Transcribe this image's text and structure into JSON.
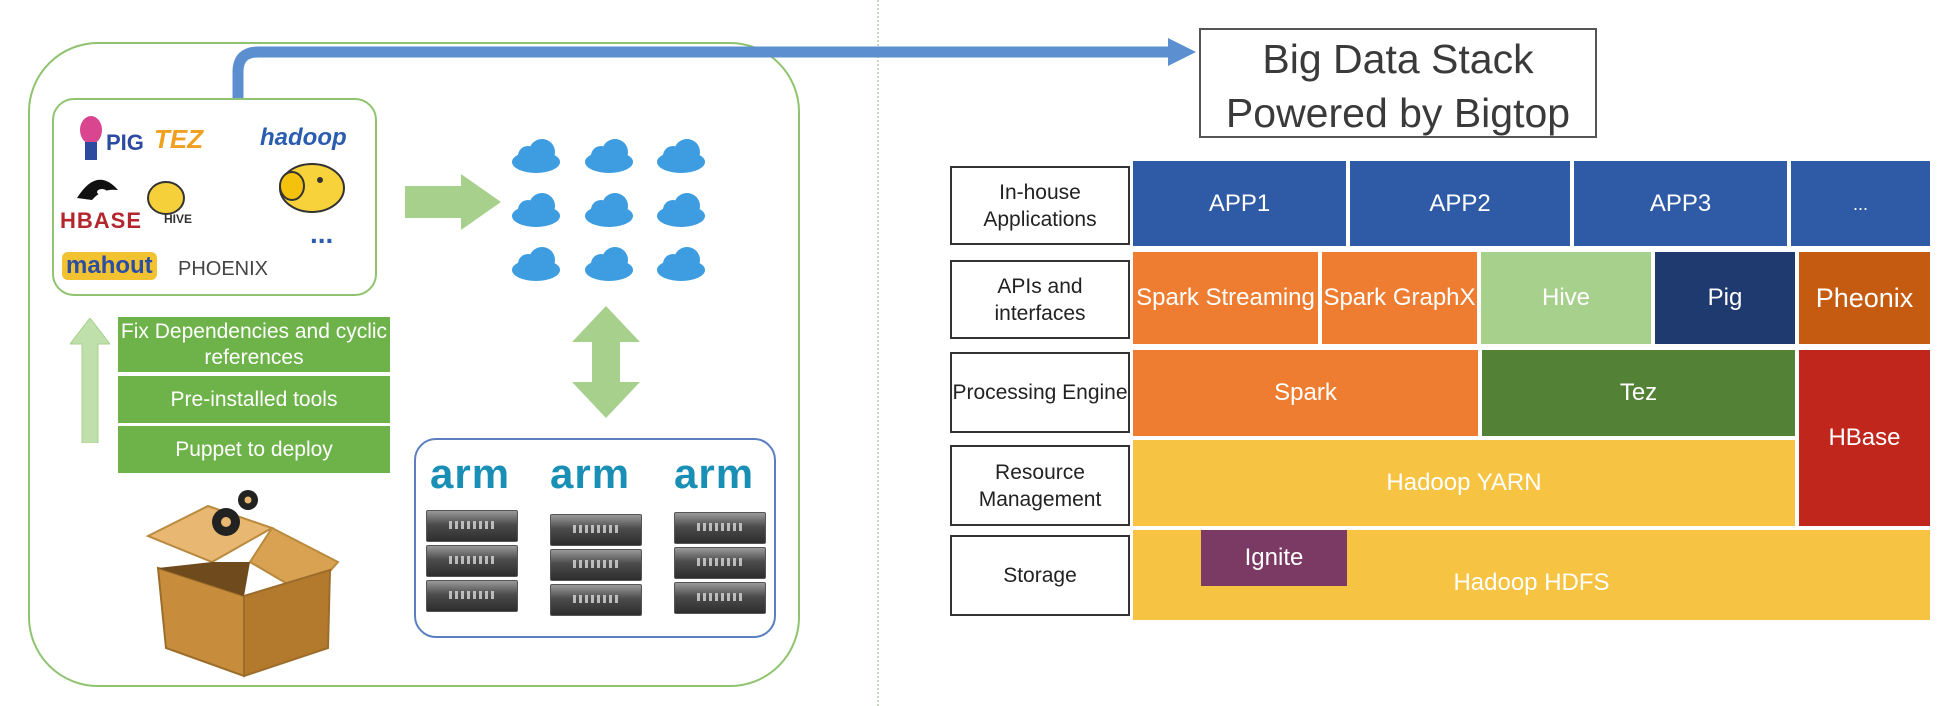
{
  "colors": {
    "green": "#6db34a",
    "dark_blue": "#2e5aa6",
    "orange": "#ee7d31",
    "light_green": "#a8d08d",
    "navy": "#1f3a6e",
    "burnt_orange": "#c55a11",
    "olive_green": "#538135",
    "yellow": "#f6c342",
    "red": "#c0261c",
    "purple": "#7b3a63"
  },
  "icons": [
    "arrow-icon",
    "cloud-icon",
    "box-icon",
    "gear-icon",
    "server-icon"
  ],
  "logos": {
    "pig": "PIG",
    "tez": "TEZ",
    "hadoop": "hadoop",
    "hbase": "HBASE",
    "hive": "HIVE",
    "mahout": "mahout",
    "phoenix": "PHOENIX",
    "more": "..."
  },
  "steps": [
    "Fix Dependencies and cyclic references",
    "Pre-installed tools",
    "Puppet to deploy"
  ],
  "arm_label": "arm",
  "title": {
    "line1": "Big Data Stack",
    "line2": "Powered by Bigtop"
  },
  "layers": {
    "apps": "In-house Applications",
    "apis": "APIs and interfaces",
    "processing": "Processing Engine",
    "resource": "Resource Management",
    "storage": "Storage"
  },
  "blocks": {
    "app1": "APP1",
    "app2": "APP2",
    "app3": "APP3",
    "app_more": "...",
    "spark_streaming": "Spark Streaming",
    "spark_graphx": "Spark GraphX",
    "hive": "Hive",
    "pig": "Pig",
    "pheonix": "Pheonix",
    "spark": "Spark",
    "tez": "Tez",
    "hbase": "HBase",
    "yarn": "Hadoop YARN",
    "hdfs": "Hadoop HDFS",
    "ignite": "Ignite"
  }
}
